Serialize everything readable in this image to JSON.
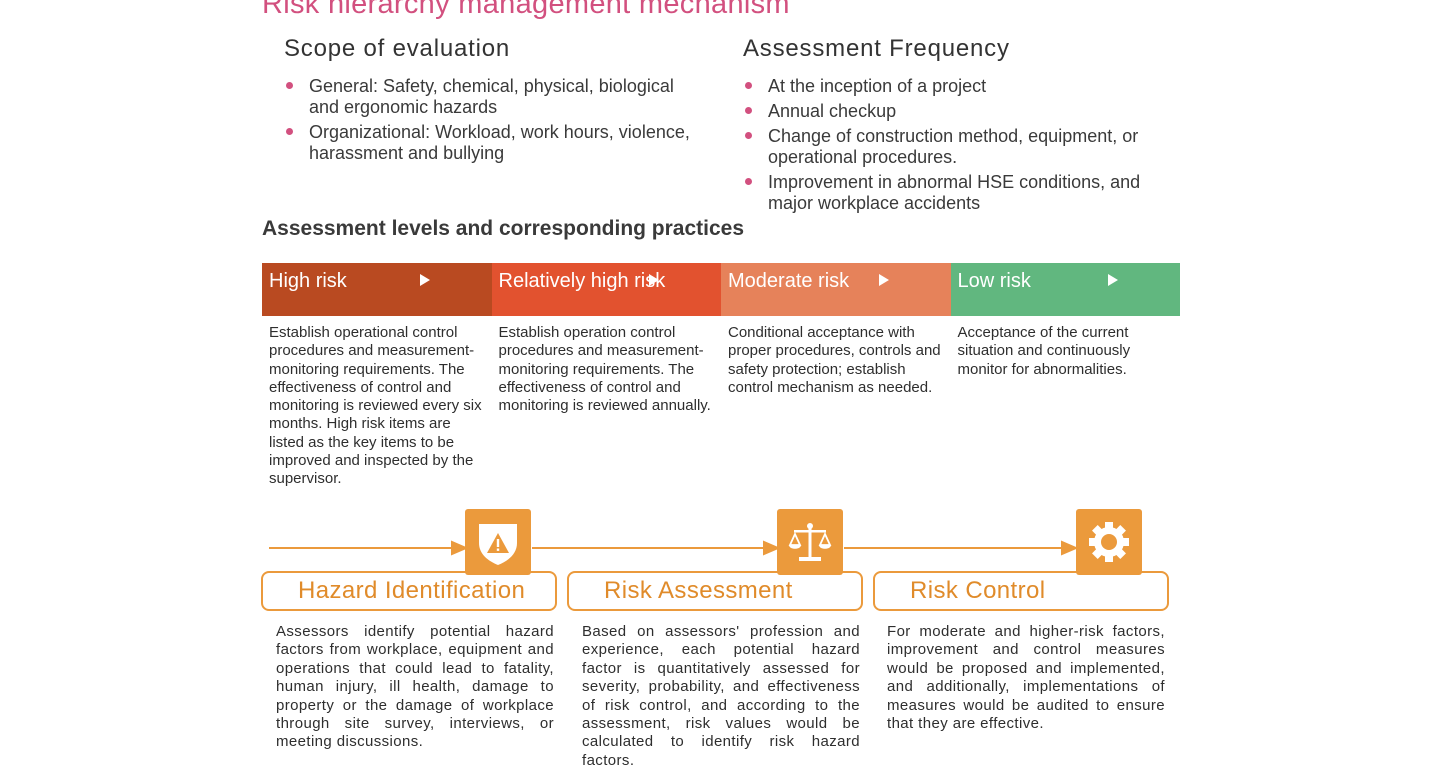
{
  "title": "Risk hierarchy management mechanism",
  "scope": {
    "heading": "Scope of evaluation",
    "items": [
      "General: Safety, chemical, physical, biological and ergonomic hazards",
      "Organizational: Workload, work hours, violence, harassment and bullying"
    ]
  },
  "frequency": {
    "heading": "Assessment Frequency",
    "items": [
      "At the inception of a project",
      "Annual checkup",
      "Change of construction method, equipment, or operational procedures.",
      "Improvement in abnormal HSE conditions, and major workplace accidents"
    ]
  },
  "levels": {
    "heading": "Assessment levels and corresponding practices",
    "items": [
      {
        "label": "High risk",
        "color": "#b94a21",
        "desc": "Establish operational control procedures and measurement-monitoring requirements. The effectiveness of control and monitoring is reviewed every six months. High risk items are listed as the key items to be improved and inspected by the supervisor."
      },
      {
        "label": "Relatively high risk",
        "color": "#e2522f",
        "desc": "Establish operation control procedures and measurement-monitoring requirements. The effectiveness of control and monitoring is reviewed annually."
      },
      {
        "label": "Moderate risk",
        "color": "#e6825a",
        "desc": "Conditional acceptance with proper procedures, controls and safety protection; establish control mechanism as needed."
      },
      {
        "label": "Low risk",
        "color": "#61b77f",
        "desc": "Acceptance of the current situation and continuously monitor for abnormalities."
      }
    ]
  },
  "process": {
    "accent_color": "#eb9a3c",
    "stages": [
      {
        "label": "Hazard Identification",
        "icon": "shield-warning-icon",
        "desc": "Assessors identify potential hazard factors from workplace, equipment and operations that could lead to fatality, human injury, ill health, damage to property or the damage of workplace through site survey, interviews, or meeting discussions."
      },
      {
        "label": "Risk Assessment",
        "icon": "scales-icon",
        "desc": "Based on assessors' profession and experience, each potential hazard factor is quantitatively assessed for severity, probability, and effectiveness of risk control, and according to the assessment, risk values would be calculated to identify risk hazard factors."
      },
      {
        "label": "Risk Control",
        "icon": "gear-icon",
        "desc": "For moderate and higher-risk factors, improvement and control measures would be proposed and implemented, and additionally, implementations of measures would be audited to ensure that they are effective."
      }
    ]
  }
}
